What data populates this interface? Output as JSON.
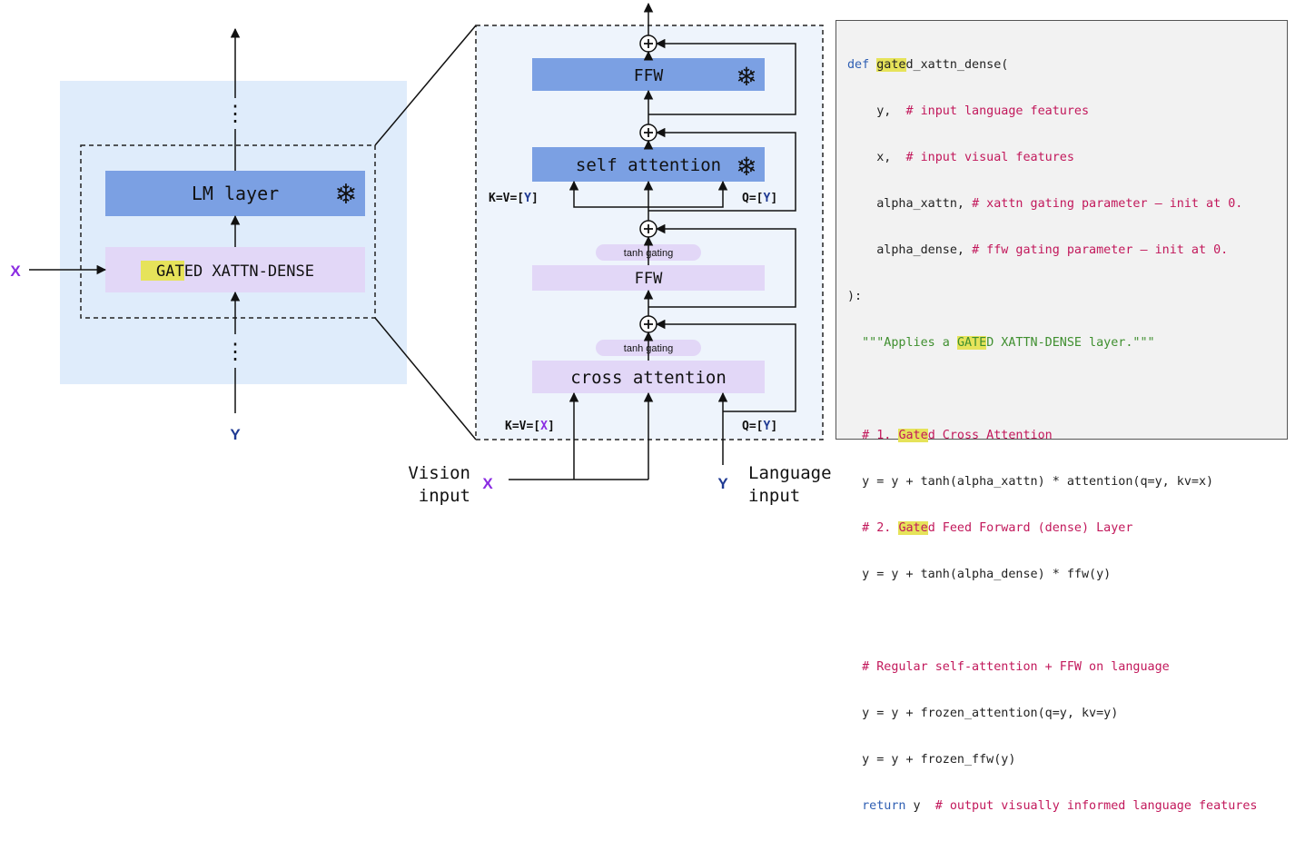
{
  "left_block": {
    "lm_layer_label": "LM layer",
    "gated_hl": "GATE",
    "gated_rest": "D XATTN-DENSE",
    "x_label": "X",
    "y_label": "Y",
    "dots": "⋮"
  },
  "middle_block": {
    "ffw_top_label": "FFW",
    "self_attention_label": "self attention",
    "tanh_gating_top": "tanh gating",
    "ffw_label": "FFW",
    "tanh_gating_bottom": "tanh gating",
    "cross_attention_label": "cross attention",
    "kv_y_prefix": "K=V=[",
    "kv_y_var": "Y",
    "bracket_close": "]",
    "q_y_prefix": "Q=[",
    "kv_x_prefix": "K=V=[",
    "kv_x_var": "X",
    "q_y_bottom_prefix": "Q=[",
    "snowflake": "❄",
    "plus": "+"
  },
  "inputs": {
    "vision_line1": "Vision",
    "vision_line2": "input",
    "language_line1": "Language",
    "language_line2": "input",
    "x_label": "X",
    "y_label": "Y"
  },
  "code": {
    "l1_kw": "def ",
    "l1_hl": "gate",
    "l1_rest": "d_xattn_dense(",
    "l2_code": "    y,  ",
    "l2_cm": "# input language features",
    "l3_code": "    x,  ",
    "l3_cm": "# input visual features",
    "l4_code": "    alpha_xattn, ",
    "l4_cm": "# xattn gating parameter – init at 0.",
    "l5_code": "    alpha_dense, ",
    "l5_cm": "# ffw gating parameter – init at 0.",
    "l6": "):",
    "l7_a": "  \"\"\"Applies a ",
    "l7_hl": "GATE",
    "l7_b": "D XATTN-DENSE layer.\"\"\"",
    "l9_a": "  # 1. ",
    "l9_hl": "Gate",
    "l9_b": "d Cross Attention",
    "l10": "  y = y + tanh(alpha_xattn) * attention(q=y, kv=x)",
    "l11_a": "  # 2. ",
    "l11_hl": "Gate",
    "l11_b": "d Feed Forward (dense) Layer",
    "l12": "  y = y + tanh(alpha_dense) * ffw(y)",
    "l14": "  # Regular self-attention + FFW on language",
    "l15": "  y = y + frozen_attention(q=y, kv=y)",
    "l16": "  y = y + frozen_ffw(y)",
    "l17_kw": "  return",
    "l17_code": " y  ",
    "l17_cm": "# output visually informed language features"
  },
  "colors": {
    "blue_box": "#7ba0e3",
    "lavender_box": "#e2d7f7",
    "light_bg": "#dfecfb",
    "middle_bg": "#eef4fc",
    "x_purple": "#8a2be2",
    "y_navy": "#1f3a93"
  }
}
